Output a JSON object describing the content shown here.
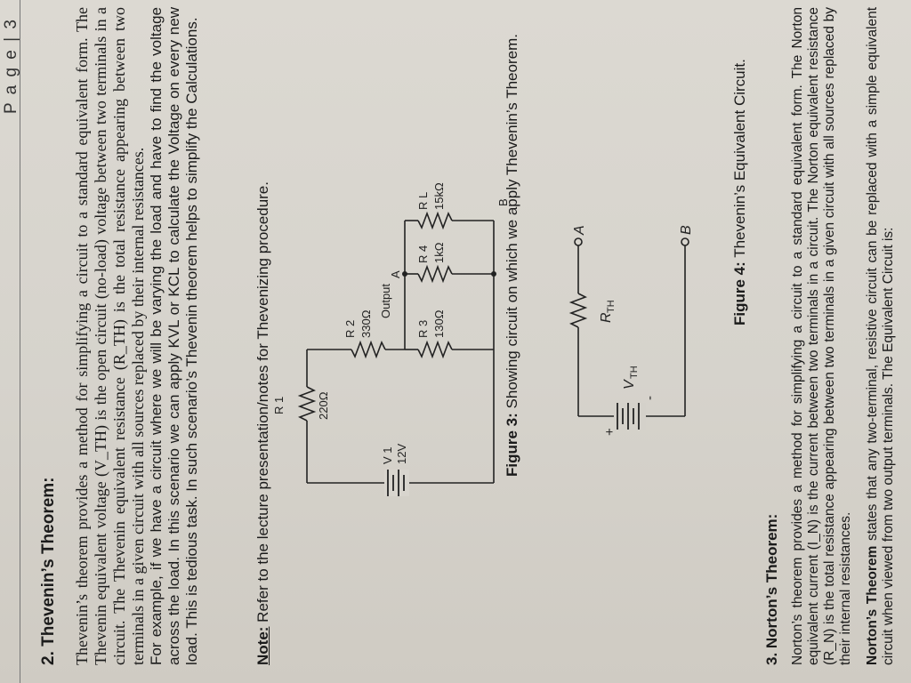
{
  "header": {
    "page": "P a g e  | 3"
  },
  "thevenin": {
    "heading": "2.  Thevenin’s Theorem:",
    "paragraph1": "Thevenin’s theorem provides a method for simplifying a circuit to a standard equivalent form. The Thevenin equivalent voltage (V_TH) is the open circuit (no-load) voltage between two terminals in a circuit. The Thevenin equivalent resistance (R_TH) is the total resistance appearing between two terminals in a given circuit with all sources replaced by their internal resistances.",
    "paragraph2": "For example, if we have a circuit where we will be varying the load and have to find the voltage across the load. In this scenario we can apply KVL or KCL to calculate the Voltage on every new load. This is tedious task. In such scenario’s Thevenin theorem helps to simplify the Calculations.",
    "note_label": "Note:",
    "note_text": " Refer to the lecture presentation/notes for Thevenizing procedure."
  },
  "figure3": {
    "caption_label": "Figure 3:",
    "caption_text": " Showing circuit on which we apply Thevenin’s Theorem.",
    "labels": {
      "r1": "R 1",
      "r1_val": "220Ω",
      "r2": "R 2",
      "r2_val": "330Ω",
      "r3": "R 3",
      "r3_val": "130Ω",
      "r4": "R 4",
      "r4_val": "1kΩ",
      "rl": "R L",
      "rl_val": "15kΩ",
      "v1": "V 1",
      "v1_val": "12V",
      "output": "Output",
      "node_a": "A",
      "node_b": "B"
    }
  },
  "figure4": {
    "caption_label": "Figure 4:",
    "caption_text": " Thevenin’s Equivalent Circuit.",
    "labels": {
      "plus": "+",
      "minus": "-",
      "vth": "V",
      "vth_sub": "TH",
      "rth": "R",
      "rth_sub": "TH",
      "node_a": "A",
      "node_b": "B"
    }
  },
  "norton": {
    "heading": "3.  Norton’s Theorem:",
    "paragraph1": "Norton’s theorem provides a method for simplifying a circuit to a standard equivalent form. The Norton equivalent current (I_N) is the current between two terminals in a circuit. The Norton equivalent resistance (R_N) is the total resistance appearing between two terminals in a given circuit with all sources replaced by their internal resistances.",
    "paragraph2_label": "Norton’s Theorem",
    "paragraph2_text": " states that any two-terminal, resistive circuit can be replaced with a simple equivalent circuit when viewed from two output terminals. The Equivalent Circuit is:"
  }
}
